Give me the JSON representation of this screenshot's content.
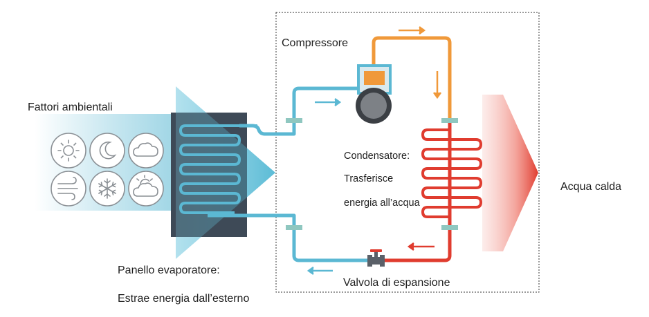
{
  "labels": {
    "environment": "Fattori ambientali",
    "compressor": "Compressore",
    "condenser_title": "Condensatore:",
    "condenser_line1": "Trasferisce",
    "condenser_line2": "energia all’acqua",
    "hot_water": "Acqua calda",
    "evaporator_title": "Panello evaporatore:",
    "evaporator_desc": "Estrae energia dall’esterno",
    "valve": "Valvola di espansione"
  },
  "weather_icons": [
    "sun-icon",
    "moon-icon",
    "cloud-icon",
    "wind-icon",
    "snowflake-icon",
    "partly-cloudy-icon"
  ],
  "colors": {
    "cold_pipe": "#5bb8d3",
    "hot_pipe": "#e03c2f",
    "warm_pipe": "#f0993a",
    "evaporator_panel": "#3e4a57",
    "boundary": "#333333",
    "coupling": "#8fc7c0"
  }
}
